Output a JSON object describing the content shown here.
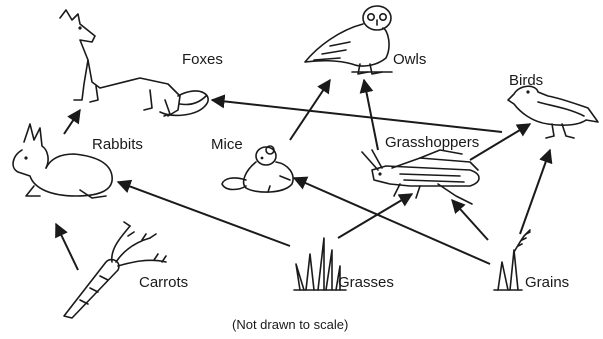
{
  "organisms": {
    "foxes": "Foxes",
    "owls": "Owls",
    "birds": "Birds",
    "rabbits": "Rabbits",
    "mice": "Mice",
    "grasshoppers": "Grasshoppers",
    "carrots": "Carrots",
    "grasses": "Grasses",
    "grains": "Grains"
  },
  "note": "(Not drawn to scale)",
  "links": [
    {
      "from": "carrots",
      "to": "rabbits"
    },
    {
      "from": "grasses",
      "to": "rabbits"
    },
    {
      "from": "grasses",
      "to": "grasshoppers"
    },
    {
      "from": "grains",
      "to": "mice"
    },
    {
      "from": "grains",
      "to": "grasshoppers"
    },
    {
      "from": "grains",
      "to": "birds"
    },
    {
      "from": "rabbits",
      "to": "foxes"
    },
    {
      "from": "mice",
      "to": "owls"
    },
    {
      "from": "grasshoppers",
      "to": "owls"
    },
    {
      "from": "grasshoppers",
      "to": "birds"
    },
    {
      "from": "birds",
      "to": "foxes"
    }
  ]
}
